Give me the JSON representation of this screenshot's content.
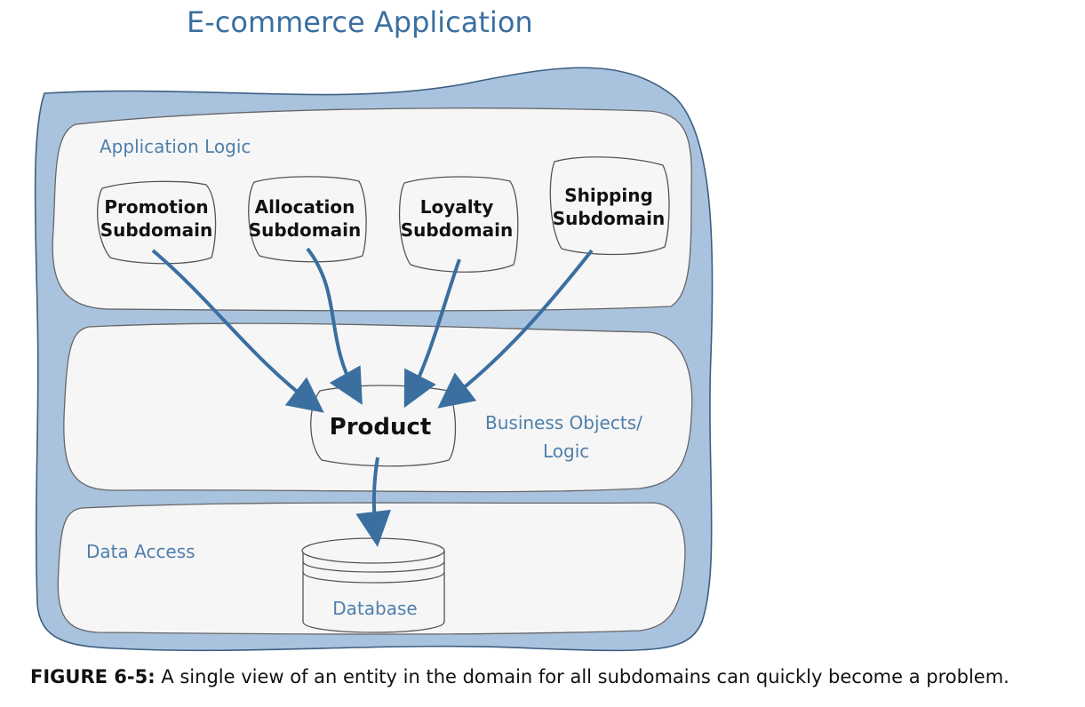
{
  "title": "E-commerce Application",
  "layers": {
    "application_logic": "Application Logic",
    "business_line1": "Business Objects/",
    "business_line2": "Logic",
    "data_access": "Data Access"
  },
  "subdomains": {
    "promotion": {
      "line1": "Promotion",
      "line2": "Subdomain"
    },
    "allocation": {
      "line1": "Allocation",
      "line2": "Subdomain"
    },
    "loyalty": {
      "line1": "Loyalty",
      "line2": "Subdomain"
    },
    "shipping": {
      "line1": "Shipping",
      "line2": "Subdomain"
    }
  },
  "product": "Product",
  "database": "Database",
  "caption": {
    "figure": "FIGURE 6-5:",
    "text": "A single view of an entity in the domain for all subdomains can quickly become a problem."
  },
  "colors": {
    "outer_fill": "#a9c3de",
    "outer_stroke": "#3d5f82",
    "layer_fill": "#f6f6f6",
    "arrow": "#3a6fa0",
    "label_blue": "#4f7fab"
  }
}
